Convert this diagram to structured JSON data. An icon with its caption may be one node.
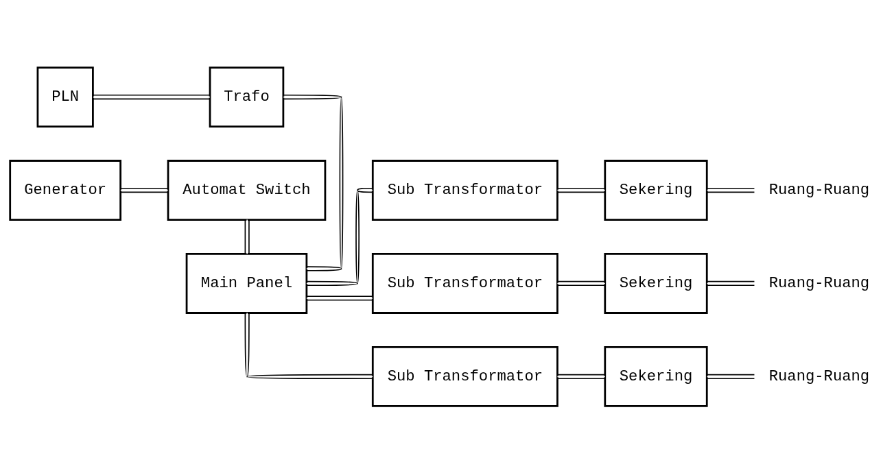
{
  "diagram": {
    "nodes": [
      {
        "text": [
          "PLN"
        ]
      },
      {
        "text": [
          "Trafo"
        ]
      },
      {
        "text": [
          "Main Panel"
        ]
      },
      {
        "text": [
          "Generator"
        ]
      },
      {
        "text": [
          "Automat Switch"
        ]
      },
      {
        "text": [
          "Sub Transformator"
        ]
      },
      {
        "text": [
          "Sub Transformator"
        ]
      },
      {
        "text": [
          "Sub Transformator"
        ]
      },
      {
        "text": [
          "Sekering"
        ]
      },
      {
        "text": [
          "Sekering"
        ]
      },
      {
        "text": [
          "Sekering"
        ]
      },
      {
        "text": [
          "Ruang-Ruang"
        ]
      },
      {
        "text": [
          "Ruang-Ruang"
        ]
      },
      {
        "text": [
          "Ruang-Ruang"
        ]
      }
    ],
    "edges": [
      {
        "from": 0,
        "to": 1,
        "arrow": "none"
      },
      {
        "from": 1,
        "to": 2,
        "arrow": "none"
      },
      {
        "from": 3,
        "to": 4,
        "arrow": "none"
      },
      {
        "from": 4,
        "to": 2,
        "arrow": "none"
      },
      {
        "from": 2,
        "to": 5,
        "arrow": "none"
      },
      {
        "from": 2,
        "to": 6,
        "arrow": "none"
      },
      {
        "from": 2,
        "to": 7,
        "arrow": "none"
      },
      {
        "from": 5,
        "to": 8,
        "arrow": "none"
      },
      {
        "from": 6,
        "to": 9,
        "arrow": "none"
      },
      {
        "from": 7,
        "to": 10,
        "arrow": "none"
      },
      {
        "from": 8,
        "to": 11,
        "arrow": "none"
      },
      {
        "from": 9,
        "to": 12,
        "arrow": "none"
      },
      {
        "from": 10,
        "to": 13,
        "arrow": "none"
      }
    ]
  }
}
